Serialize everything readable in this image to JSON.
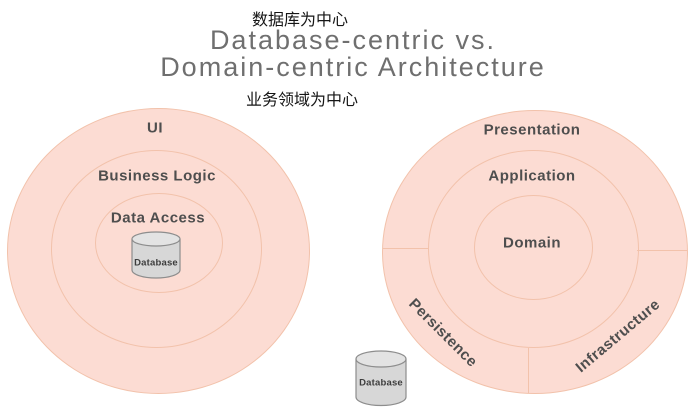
{
  "header": {
    "chinese_top": "数据库为中心",
    "title_line1": "Database-centric vs.",
    "title_line2": "Domain-centric Architecture",
    "chinese_bottom": "业务领域为中心"
  },
  "left_diagram": {
    "type": "concentric-rings",
    "theme": "database-centric",
    "outer_label": "UI",
    "middle_label": "Business Logic",
    "inner_label": "Data Access",
    "center_icon": "database-cylinder-icon",
    "database_label": "Database"
  },
  "right_diagram": {
    "type": "concentric-rings",
    "theme": "domain-centric",
    "outer_top_label": "Presentation",
    "outer_bottom_left_label": "Persistence",
    "outer_bottom_right_label": "Infrastructure",
    "middle_label": "Application",
    "inner_label": "Domain",
    "external_icon": "database-cylinder-icon",
    "database_label": "Database"
  },
  "colors": {
    "background": "#ffffff",
    "ring_fill": "#fcdcd3",
    "ring_stroke": "#f2c2ab",
    "label_text": "#4e4e4e",
    "title_text": "#6f6f6f",
    "chinese_text": "#151515",
    "cylinder_fill": "#d7d7d7",
    "cylinder_top_fill": "#e3e3e3",
    "cylinder_stroke": "#8d8d8d"
  }
}
